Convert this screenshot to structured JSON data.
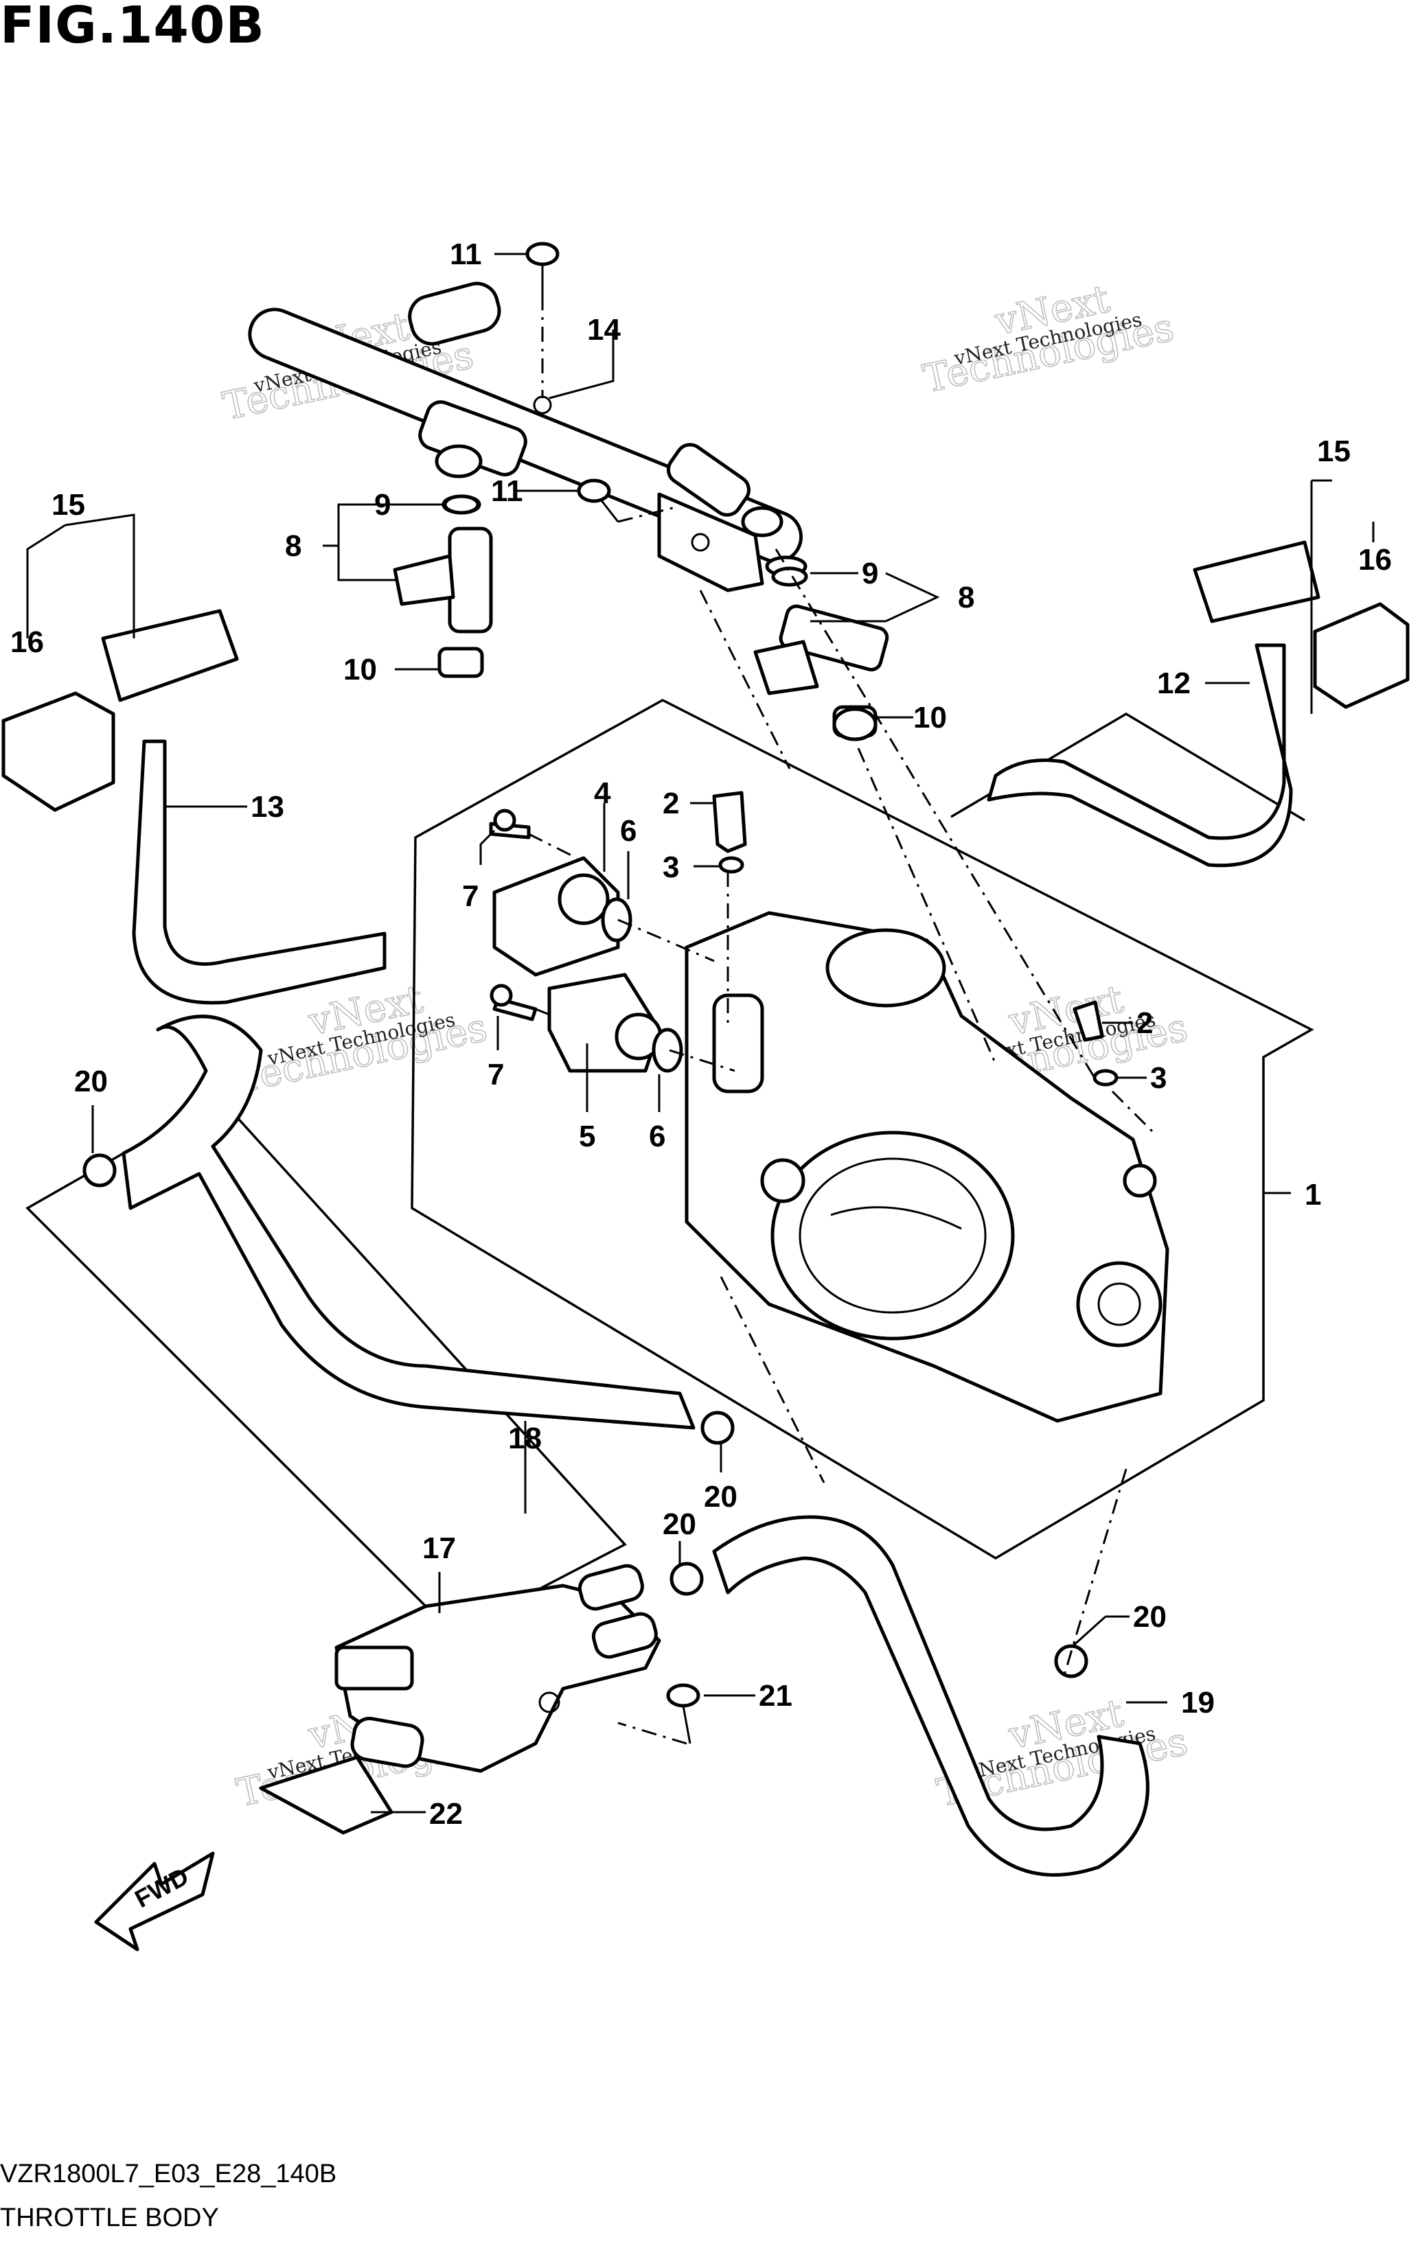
{
  "title": "FIG.140B",
  "footer": {
    "code": "VZR1800L7_E03_E28_140B",
    "name": "THROTTLE BODY"
  },
  "fwd_label": "FWD",
  "watermark": {
    "line1": "vNext",
    "line2": "Technologies",
    "small": "vNext Technologies"
  },
  "callouts": {
    "c1": "1",
    "c2a": "2",
    "c2b": "2",
    "c3a": "3",
    "c3b": "3",
    "c4": "4",
    "c5": "5",
    "c6a": "6",
    "c6b": "6",
    "c7a": "7",
    "c7b": "7",
    "c8a": "8",
    "c8b": "8",
    "c9a": "9",
    "c9b": "9",
    "c10a": "10",
    "c10b": "10",
    "c11a": "11",
    "c11b": "11",
    "c12": "12",
    "c13": "13",
    "c14": "14",
    "c15a": "15",
    "c15b": "15",
    "c16a": "16",
    "c16b": "16",
    "c17": "17",
    "c18": "18",
    "c19": "19",
    "c20a": "20",
    "c20b": "20",
    "c20c": "20",
    "c20d": "20",
    "c21": "21",
    "c22": "22"
  }
}
